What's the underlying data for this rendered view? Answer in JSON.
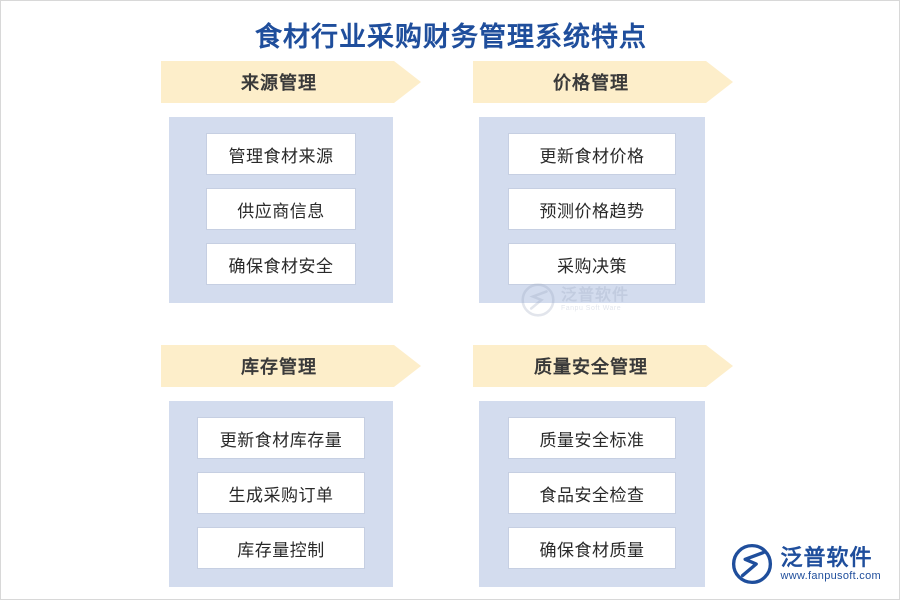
{
  "title": "食材行业采购财务管理系统特点",
  "theme": {
    "title_color": "#1F4E9C",
    "banner_bg": "#FDEECA",
    "panel_bg": "#D3DCEE",
    "item_bg": "#FFFFFF",
    "item_border": "#C6CFE2",
    "page_bg": "#FFFFFF"
  },
  "quadrants": [
    {
      "banner": "来源管理",
      "items": [
        "管理食材来源",
        "供应商信息",
        "确保食材安全"
      ]
    },
    {
      "banner": "价格管理",
      "items": [
        "更新食材价格",
        "预测价格趋势",
        "采购决策"
      ]
    },
    {
      "banner": "库存管理",
      "items": [
        "更新食材库存量",
        "生成采购订单",
        "库存量控制"
      ]
    },
    {
      "banner": "质量安全管理",
      "items": [
        "质量安全标准",
        "食品安全检查",
        "确保食材质量"
      ]
    }
  ],
  "watermark": {
    "cn": "泛普软件",
    "en": "Fanpu Soft Ware"
  },
  "logo": {
    "cn": "泛普软件",
    "en": "www.fanpusoft.com"
  }
}
